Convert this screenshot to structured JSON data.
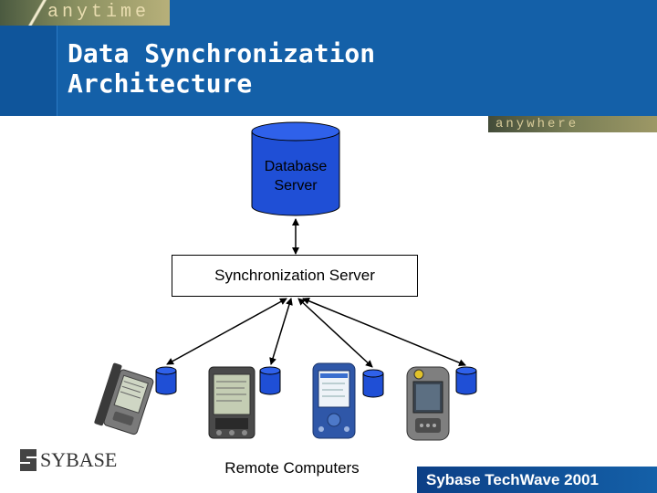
{
  "slide": {
    "title_line1": "Data Synchronization",
    "title_line2": "Architecture",
    "banner_top": "anytime",
    "banner_side": "anywhere"
  },
  "diagram": {
    "database_line1": "Database",
    "database_line2": "Server",
    "sync_server": "Synchronization Server",
    "remote_label": "Remote Computers"
  },
  "footer": {
    "logo_text": "SYBASE",
    "event": "Sybase TechWave 2001"
  },
  "colors": {
    "header_blue": "#1460a8",
    "db_fill": "#1f4fd6",
    "accent_olive": "#8a9060"
  }
}
